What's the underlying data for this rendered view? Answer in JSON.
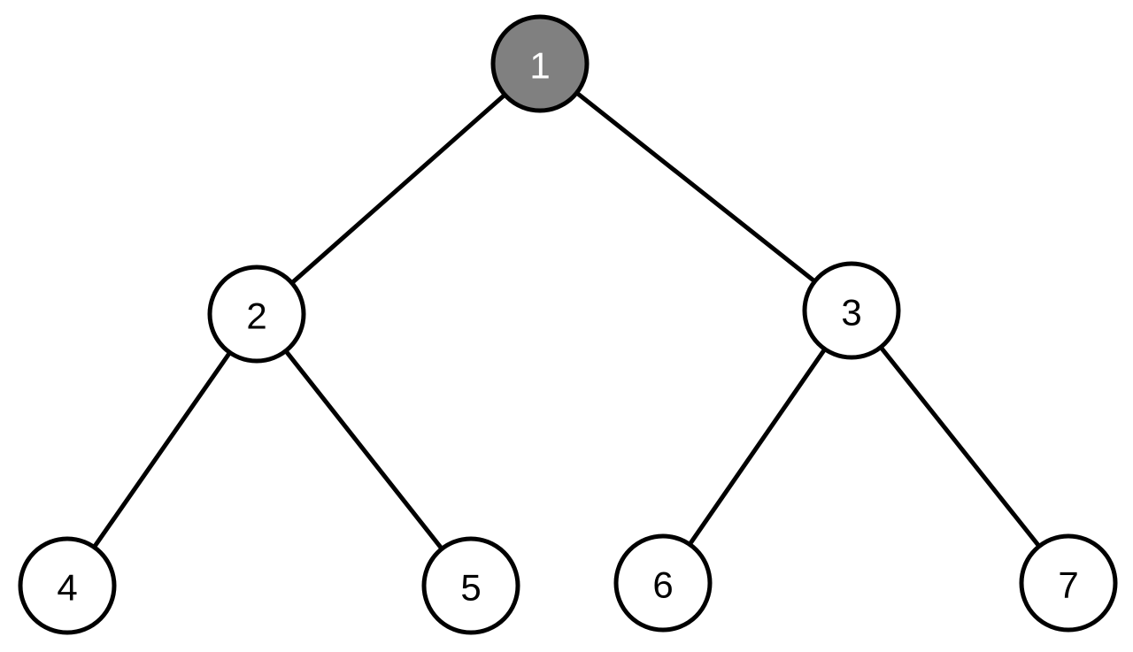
{
  "tree": {
    "colors": {
      "highlight_fill": "#808080",
      "highlight_text": "#ffffff",
      "default_fill": "#ffffff",
      "default_text": "#000000",
      "stroke": "#000000"
    },
    "nodes": [
      {
        "id": "1",
        "label": "1",
        "highlighted": true
      },
      {
        "id": "2",
        "label": "2",
        "highlighted": false
      },
      {
        "id": "3",
        "label": "3",
        "highlighted": false
      },
      {
        "id": "4",
        "label": "4",
        "highlighted": false
      },
      {
        "id": "5",
        "label": "5",
        "highlighted": false
      },
      {
        "id": "6",
        "label": "6",
        "highlighted": false
      },
      {
        "id": "7",
        "label": "7",
        "highlighted": false
      }
    ],
    "edges": [
      {
        "from": "1",
        "to": "2"
      },
      {
        "from": "1",
        "to": "3"
      },
      {
        "from": "2",
        "to": "4"
      },
      {
        "from": "2",
        "to": "5"
      },
      {
        "from": "3",
        "to": "6"
      },
      {
        "from": "3",
        "to": "7"
      }
    ]
  }
}
